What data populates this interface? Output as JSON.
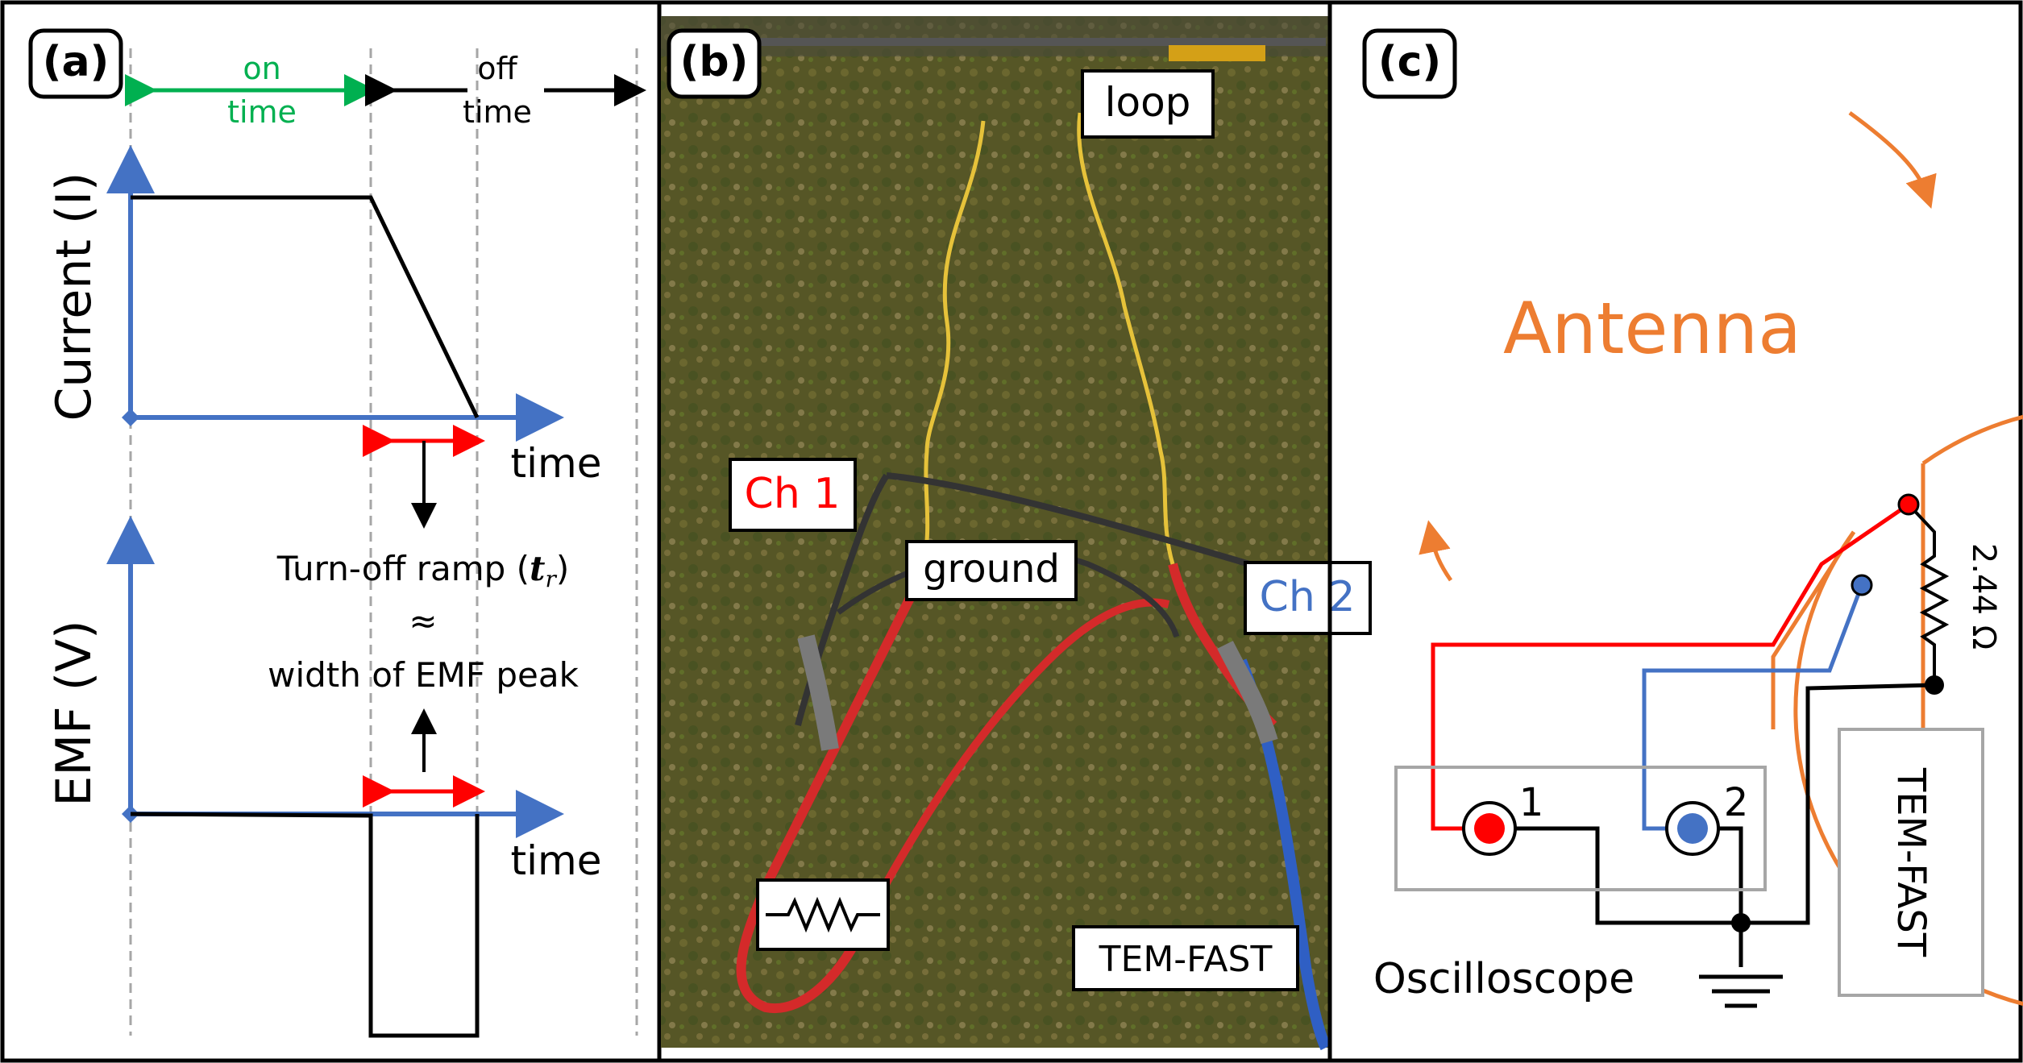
{
  "panels": {
    "a": {
      "badge": "(a)",
      "on_time_line1": "on",
      "on_time_line2": "time",
      "off_time_line1": "off",
      "off_time_line2": "time",
      "current_axis_label": "Current (I)",
      "emf_axis_label": "EMF (V)",
      "time_label_top": "time",
      "time_label_bottom": "time",
      "ramp_label": "Turn-off ramp (",
      "ramp_symbol": "t",
      "ramp_subscript": "r",
      "ramp_close": ")",
      "approx_symbol": "≈",
      "peak_label": "width of EMF peak",
      "colors": {
        "axis": "#4472c4",
        "on_time": "#00b050",
        "ramp_arrow": "#ff0000",
        "trace": "#000000"
      }
    },
    "b": {
      "badge": "(b)",
      "loop_label": "loop",
      "ch1_label": "Ch 1",
      "ch2_label": "Ch 2",
      "ground_label": "ground",
      "tem_fast_label": "TEM-FAST",
      "colors": {
        "ch1": "#ff0000",
        "ch2": "#4472c4"
      }
    },
    "c": {
      "badge": "(c)",
      "antenna_label": "Antenna",
      "resistor_label": "2.44 Ω",
      "ch1_number": "1",
      "ch2_number": "2",
      "oscilloscope_label": "Oscilloscope",
      "tem_fast_label": "TEM-FAST",
      "colors": {
        "antenna": "#ed7d31",
        "ch1_wire": "#ff0000",
        "ch2_wire": "#4472c4",
        "box": "#a6a6a6"
      }
    }
  }
}
